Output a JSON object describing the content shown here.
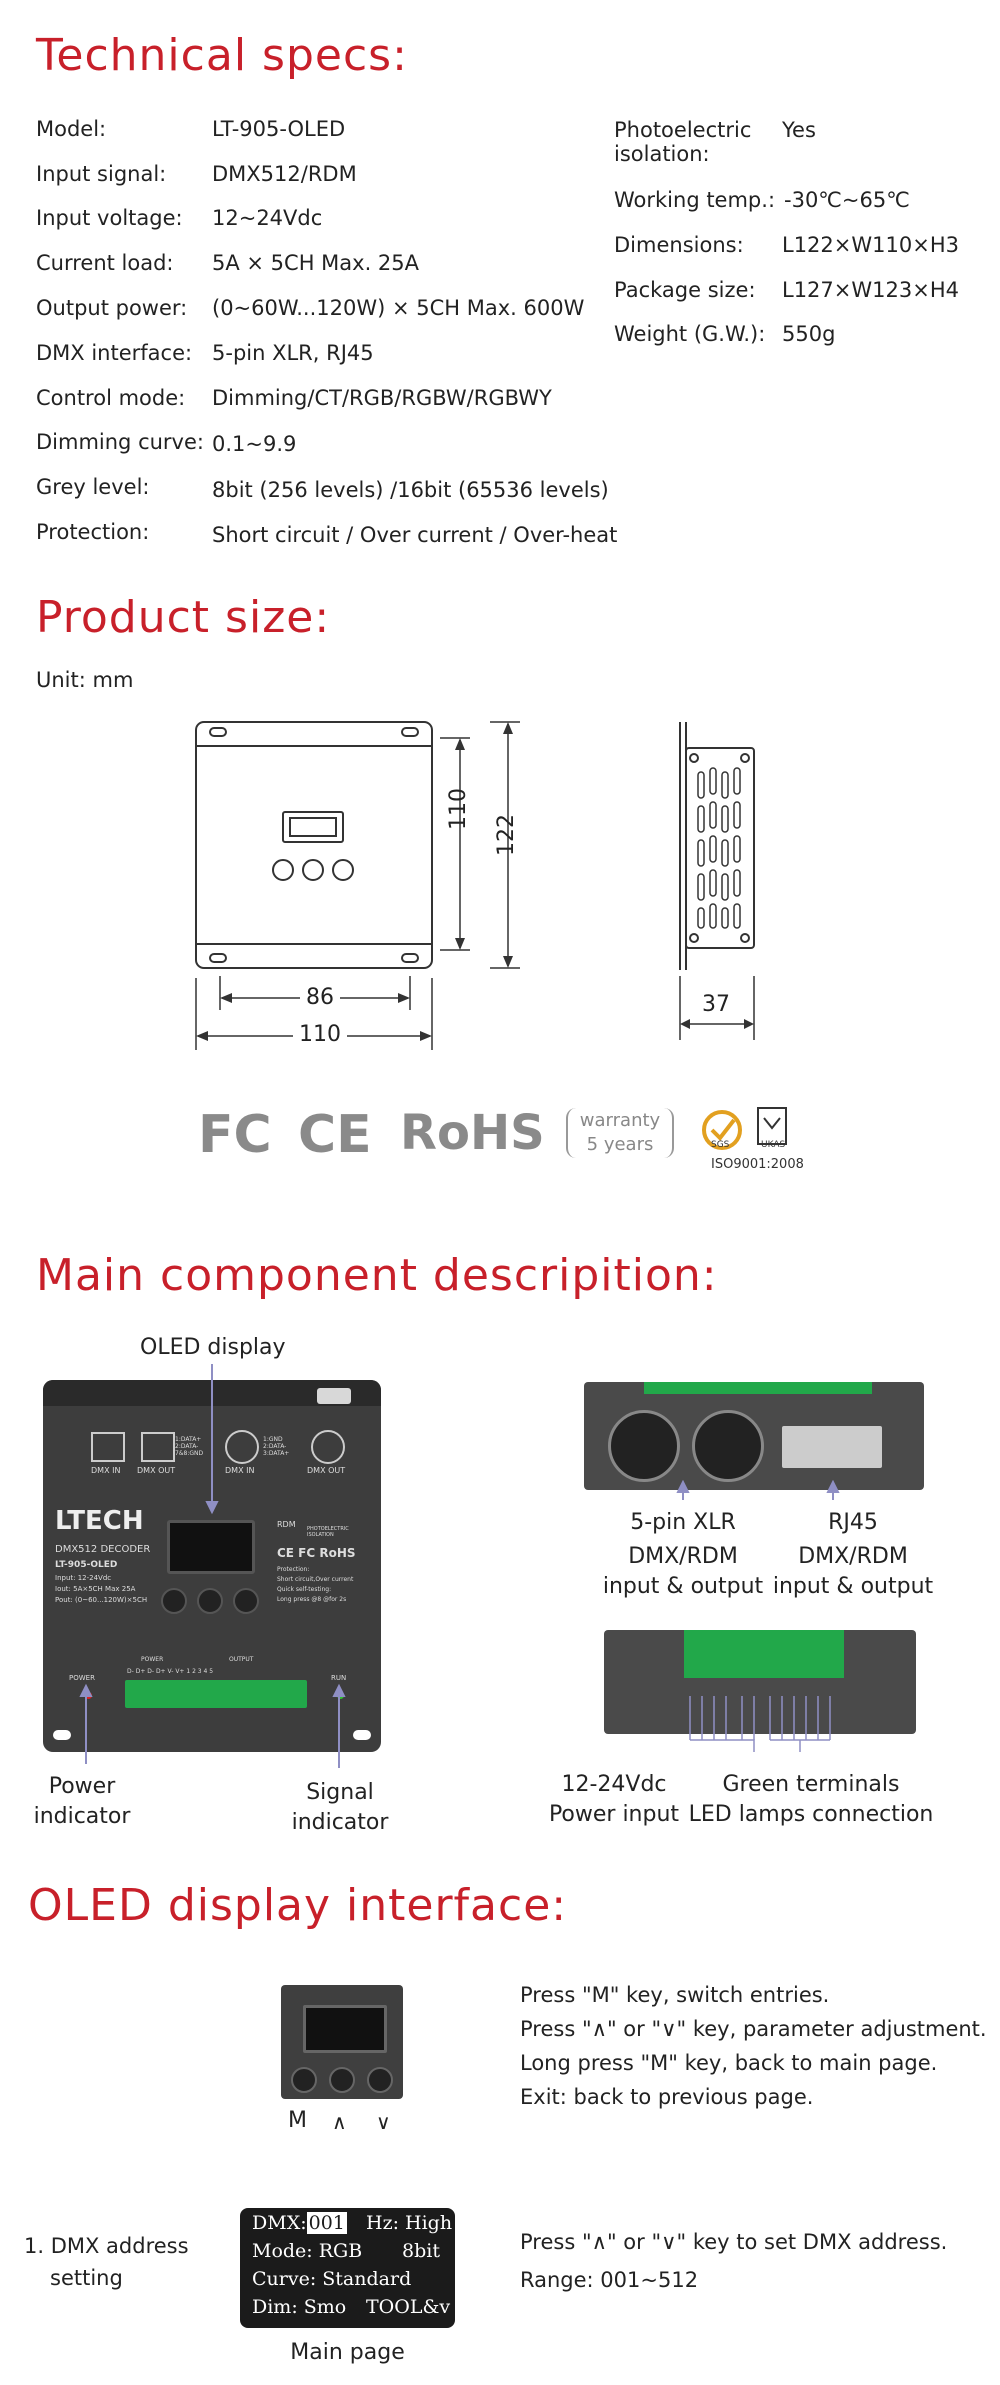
{
  "sections": {
    "tech_specs": "Technical specs:",
    "product_size": "Product size:",
    "main_component": "Main component descripition:",
    "oled_interface": "OLED display interface:"
  },
  "specs_left": [
    {
      "label": "Model:",
      "value": "LT-905-OLED"
    },
    {
      "label": "Input signal:",
      "value": "DMX512/RDM"
    },
    {
      "label": "Input voltage:",
      "value": "12~24Vdc"
    },
    {
      "label": "Current load:",
      "value": "5A × 5CH   Max. 25A"
    },
    {
      "label": "Output power:",
      "value": "(0~60W...120W) × 5CH  Max. 600W"
    },
    {
      "label": "DMX interface:",
      "value": "5-pin XLR, RJ45"
    },
    {
      "label": "Control mode:",
      "value": "Dimming/CT/RGB/RGBW/RGBWY"
    },
    {
      "label": "Dimming curve:",
      "value": "0.1~9.9"
    },
    {
      "label": "Grey level:",
      "value": "8bit (256 levels) /16bit (65536 levels)"
    },
    {
      "label": "Protection:",
      "value": "Short circuit / Over current / Over-heat"
    }
  ],
  "specs_right": [
    {
      "label": "Photoelectric",
      "label2": "isolation:",
      "value": "Yes"
    },
    {
      "label": "Working temp.:",
      "value": "-30℃~65℃"
    },
    {
      "label": "Dimensions:",
      "value": "L122×W110×H3"
    },
    {
      "label": "Package size:",
      "value": "L127×W123×H4"
    },
    {
      "label": "Weight (G.W.):",
      "value": "550g"
    }
  ],
  "product_size": {
    "unit": "Unit: mm",
    "dim_110_v": "110",
    "dim_122": "122",
    "dim_86": "86",
    "dim_110_h": "110",
    "dim_37": "37"
  },
  "certs": {
    "fc": "FC",
    "ce": "CE",
    "rohs": "RoHS",
    "warranty1": "warranty",
    "warranty2": "5 years",
    "sgs": "SGS",
    "ukas": "UKAS",
    "iso": "ISO9001:2008"
  },
  "device": {
    "port_labels": [
      "DMX IN",
      "DMX OUT",
      "DMX IN",
      "DMX OUT"
    ],
    "pin_labels_a": "1:DATA+ 2:DATA- 7&8:GND",
    "pin_labels_b": "1:GND 2:DATA- 3:DATA+",
    "brand": "LTECH",
    "product_type": "DMX512 DECODER",
    "model": "LT-905-OLED",
    "spec_lines": [
      "Input: 12-24Vdc",
      "Iout:   5A×5CH   Max 25A",
      "Pout:  (0~60...120W)×5CH"
    ],
    "rdm": "RDM",
    "iso_label": "PHOTOELECTRIC ISOLATION",
    "protection": [
      "Protection:",
      "Short circuit,Over current",
      "Quick self-testing:",
      "Long press @8 @for 2s"
    ],
    "ce_rohs": "CE FC RoHS",
    "power_label": "POWER",
    "run_label": "RUN",
    "power_block": "POWER",
    "output_block": "OUTPUT",
    "terminal_labels": "D-  D+  D-  D+  V-  V+  1  2  3  4  5"
  },
  "components": {
    "oled_display": "OLED display",
    "power_indicator": [
      "Power",
      "indicator"
    ],
    "signal_indicator": [
      "Signal",
      "indicator"
    ],
    "xlr": [
      "5-pin XLR",
      "DMX/RDM",
      "input & output"
    ],
    "rj45": [
      "RJ45",
      "DMX/RDM",
      "input & output"
    ],
    "power_input": [
      "12-24Vdc",
      "Power input"
    ],
    "green_terminals": [
      "Green terminals",
      "LED lamps connection"
    ]
  },
  "oled_interface": {
    "keys": [
      "M",
      "∧",
      "∨"
    ],
    "instructions": [
      "Press \"M\" key,  switch entries.",
      "Press \"∧\" or \"∨\" key,  parameter adjustment.",
      "Long press \"M\" key, back to main page.",
      "Exit: back to previous page."
    ],
    "item1_label": [
      "1. DMX address",
      "setting"
    ],
    "screen": {
      "dmx_prefix": "DMX:",
      "dmx_value": "001",
      "hz": "Hz: High",
      "mode": "Mode: RGB",
      "bit": "8bit",
      "curve": "Curve: Standard",
      "dim": "Dim: Smo",
      "tool": "TOOL&v"
    },
    "main_page": "Main page",
    "item1_desc": [
      "Press \"∧\" or \"∨\" key to set DMX address.",
      "Range: 001~512"
    ]
  },
  "colors": {
    "title_red": "#c8202a",
    "device_dark": "#3a3a3a",
    "terminal_green": "#22a84a",
    "arrow_purple": "#8f8fc4",
    "logo_grey": "#8a8a8a"
  }
}
